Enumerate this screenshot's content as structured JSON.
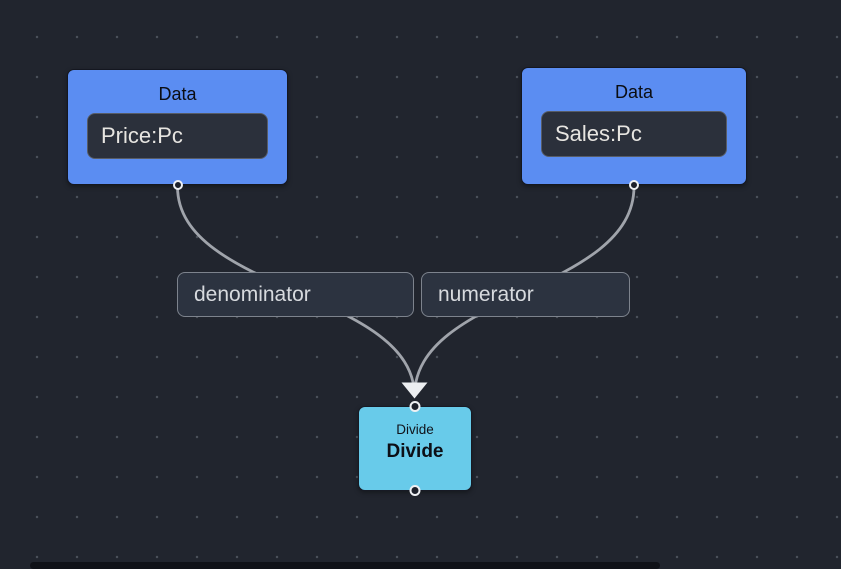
{
  "canvas": {
    "background_color": "#21252e",
    "dot_color": "#4a4f59",
    "edge_color": "#a0a4ab"
  },
  "nodes": [
    {
      "title": "Data",
      "field_value": "Price:Pc",
      "fill": "#5b8df2"
    },
    {
      "title": "Data",
      "field_value": "Sales:Pc",
      "fill": "#5b8df2"
    },
    {
      "type_label": "Divide",
      "title": "Divide",
      "fill": "#68cbea"
    }
  ],
  "edges": [
    {
      "label": "denominator",
      "from": "Data Price:Pc",
      "to": "Divide"
    },
    {
      "label": "numerator",
      "from": "Data Sales:Pc",
      "to": "Divide"
    }
  ]
}
